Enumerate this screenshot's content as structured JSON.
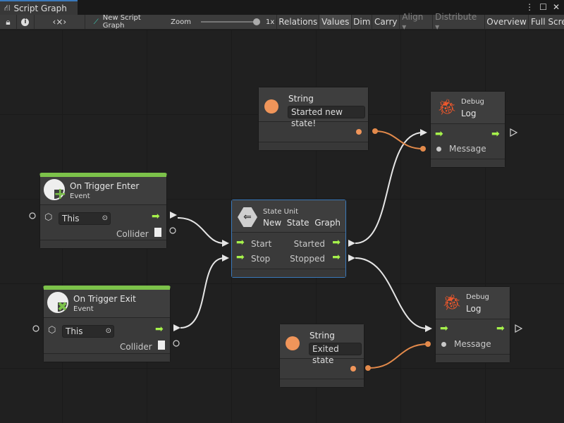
{
  "window": {
    "tab_title": "Script Graph"
  },
  "toolbar": {
    "graph_name": "New Script Graph",
    "zoom_label": "Zoom",
    "zoom_value": "1x",
    "zoom_level": 1,
    "buttons": [
      "Relations",
      "Values",
      "Dim",
      "Carry",
      "Align",
      "Distribute",
      "Overview",
      "Full Screen"
    ],
    "button_display": [
      "Relations",
      "Values",
      "Dim",
      "Carry",
      "Align ▾",
      "Distribute ▾",
      "Overview",
      "Full Scr"
    ]
  },
  "nodes": {
    "string1": {
      "title": "String",
      "value": "Started new state!"
    },
    "string2": {
      "title": "String",
      "value": "Exited state"
    },
    "debug1": {
      "category": "Debug",
      "title": "Log",
      "port": "Message"
    },
    "debug2": {
      "category": "Debug",
      "title": "Log",
      "port": "Message"
    },
    "trigger_enter": {
      "title": "On Trigger Enter",
      "subtitle": "Event",
      "target": "This",
      "output": "Collider"
    },
    "trigger_exit": {
      "title": "On Trigger Exit",
      "subtitle": "Event",
      "target": "This",
      "output": "Collider"
    },
    "state_unit": {
      "category": "State Unit",
      "title": "New  State  Graph",
      "in1": "Start",
      "in2": "Stop",
      "out1": "Started",
      "out2": "Stopped"
    }
  },
  "colors": {
    "flow": "#a6f24b",
    "string": "#f0955a",
    "event_bar": "#7cc24a",
    "selected_border": "#3a79bb",
    "debug_icon": "#f0582c"
  }
}
